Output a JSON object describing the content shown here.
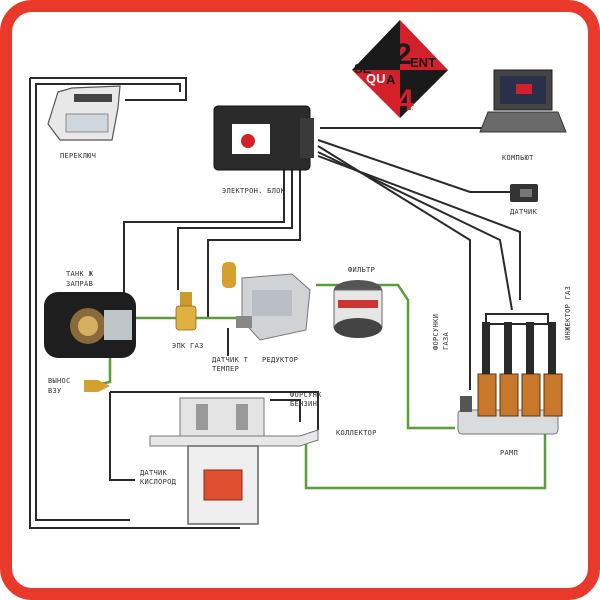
{
  "colors": {
    "frame": "#e8392b",
    "wire": "#2a2a2a",
    "gas_line": "#5a9e3a",
    "logo_red": "#d4202a",
    "logo_black": "#1a1a1a",
    "copper": "#c8782a"
  },
  "logo": {
    "number_top": "2",
    "number_bottom": "4",
    "word_left_top": "SE",
    "word_left_bottom": "QU",
    "word_right_top": "ENT",
    "word_right_bottom": "A"
  },
  "labels": {
    "switch": "ПЕРЕКЛЮЧ",
    "ecu": "ЭЛЕКТРОН. БЛОК",
    "computer": "КОМПЬЮТ",
    "map_sensor": "ДАТЧИК",
    "tank_a": "ТАНК Ж",
    "tank_b": "ЗАПРАВ",
    "fuel_valve": "ЭПК ГАЗ",
    "reducer_a": "ДАТЧИК Т",
    "reducer_b": "ТЕМПЕР",
    "reducer_main": "РЕДУКТОР",
    "filter": "ФИЛЬТР",
    "fill_a": "ВЫНОС",
    "fill_b": "ВЗУ",
    "injector_a": "ФОРСУНКИ",
    "injector_b": "ГАЗА",
    "intake": "КОЛЛЕКТОР",
    "nozzles_a": "ФОРСУНК",
    "nozzles_b": "БЕНЗИН",
    "rail": "РАМП",
    "lambda_a": "ДАТЧИК",
    "lambda_b": "КИСЛОРОД",
    "gas_injectors": "ИНЖЕКТОР ГАЗ"
  }
}
